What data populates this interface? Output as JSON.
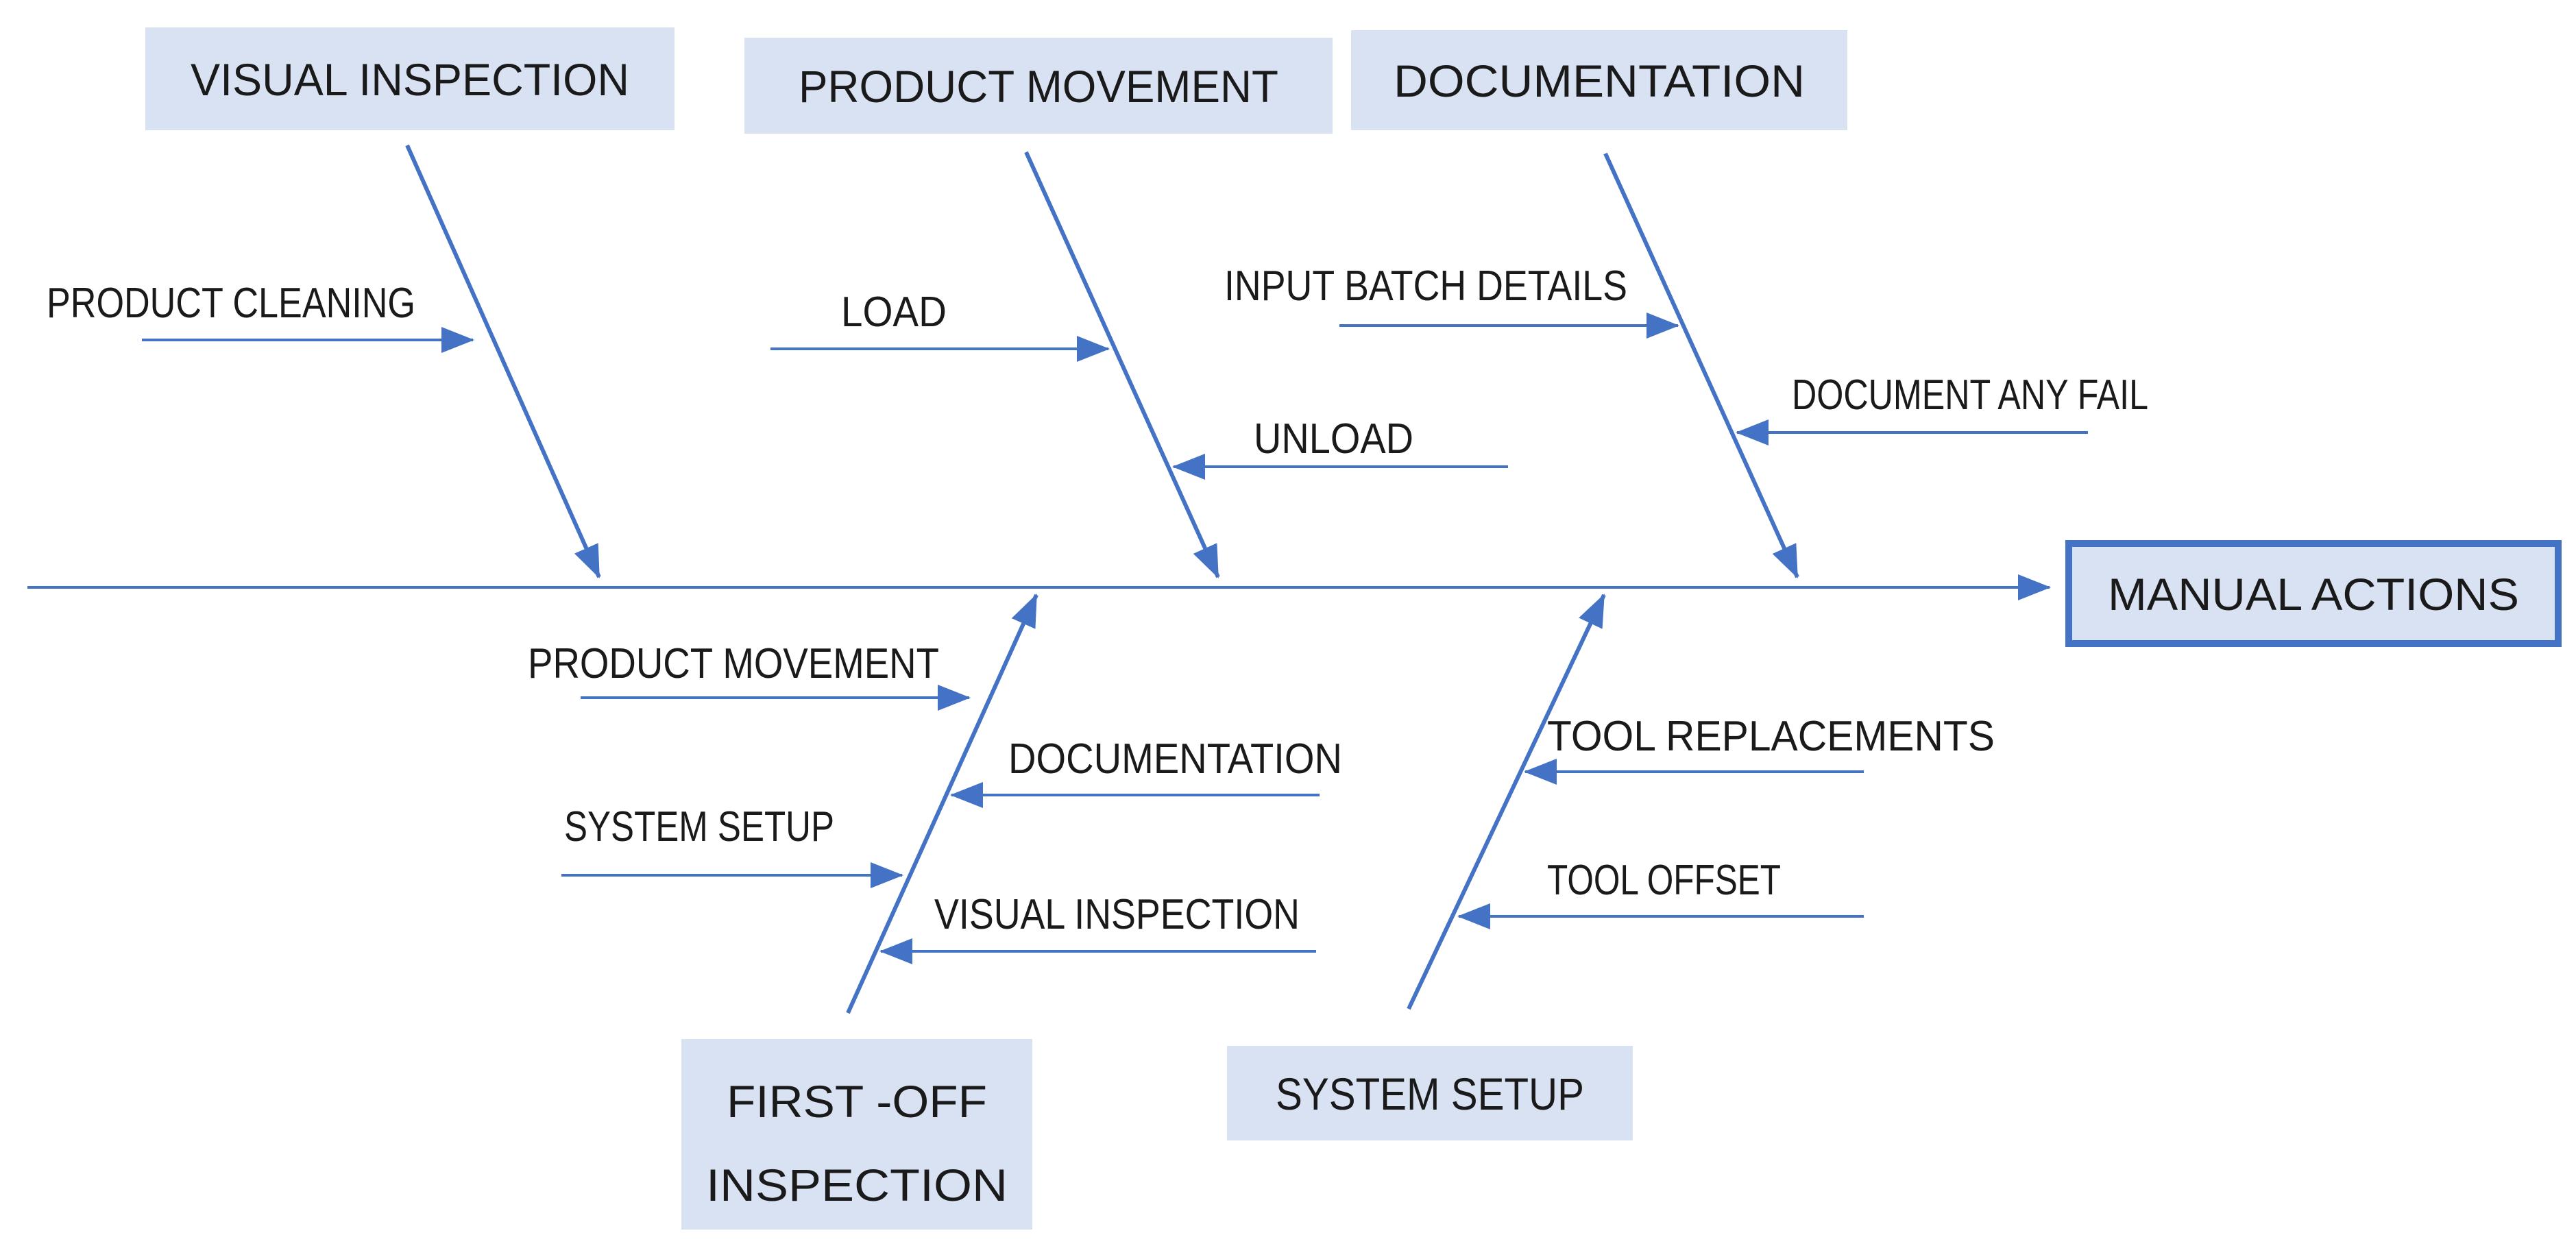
{
  "diagram": {
    "type": "fishbone-cause-effect",
    "effect": {
      "label": "MANUAL ACTIONS"
    },
    "colors": {
      "line": "#4472C4",
      "box_fill": "#D9E2F3",
      "effect_border": "#4472C4",
      "text": "#1A1A1A",
      "background": "#FFFFFF"
    },
    "top_categories": [
      {
        "label": "VISUAL INSPECTION",
        "causes": [
          "PRODUCT CLEANING"
        ]
      },
      {
        "label": "PRODUCT MOVEMENT",
        "causes": [
          "LOAD",
          "UNLOAD"
        ]
      },
      {
        "label": "DOCUMENTATION",
        "causes": [
          "INPUT BATCH DETAILS",
          "DOCUMENT ANY FAIL"
        ]
      }
    ],
    "bottom_categories": [
      {
        "label_line1": "FIRST -OFF",
        "label_line2": "INSPECTION",
        "causes": [
          "PRODUCT MOVEMENT",
          "DOCUMENTATION",
          "SYSTEM SETUP",
          "VISUAL INSPECTION"
        ]
      },
      {
        "label": "SYSTEM SETUP",
        "causes": [
          "TOOL REPLACEMENTS",
          "TOOL OFFSET"
        ]
      }
    ]
  }
}
